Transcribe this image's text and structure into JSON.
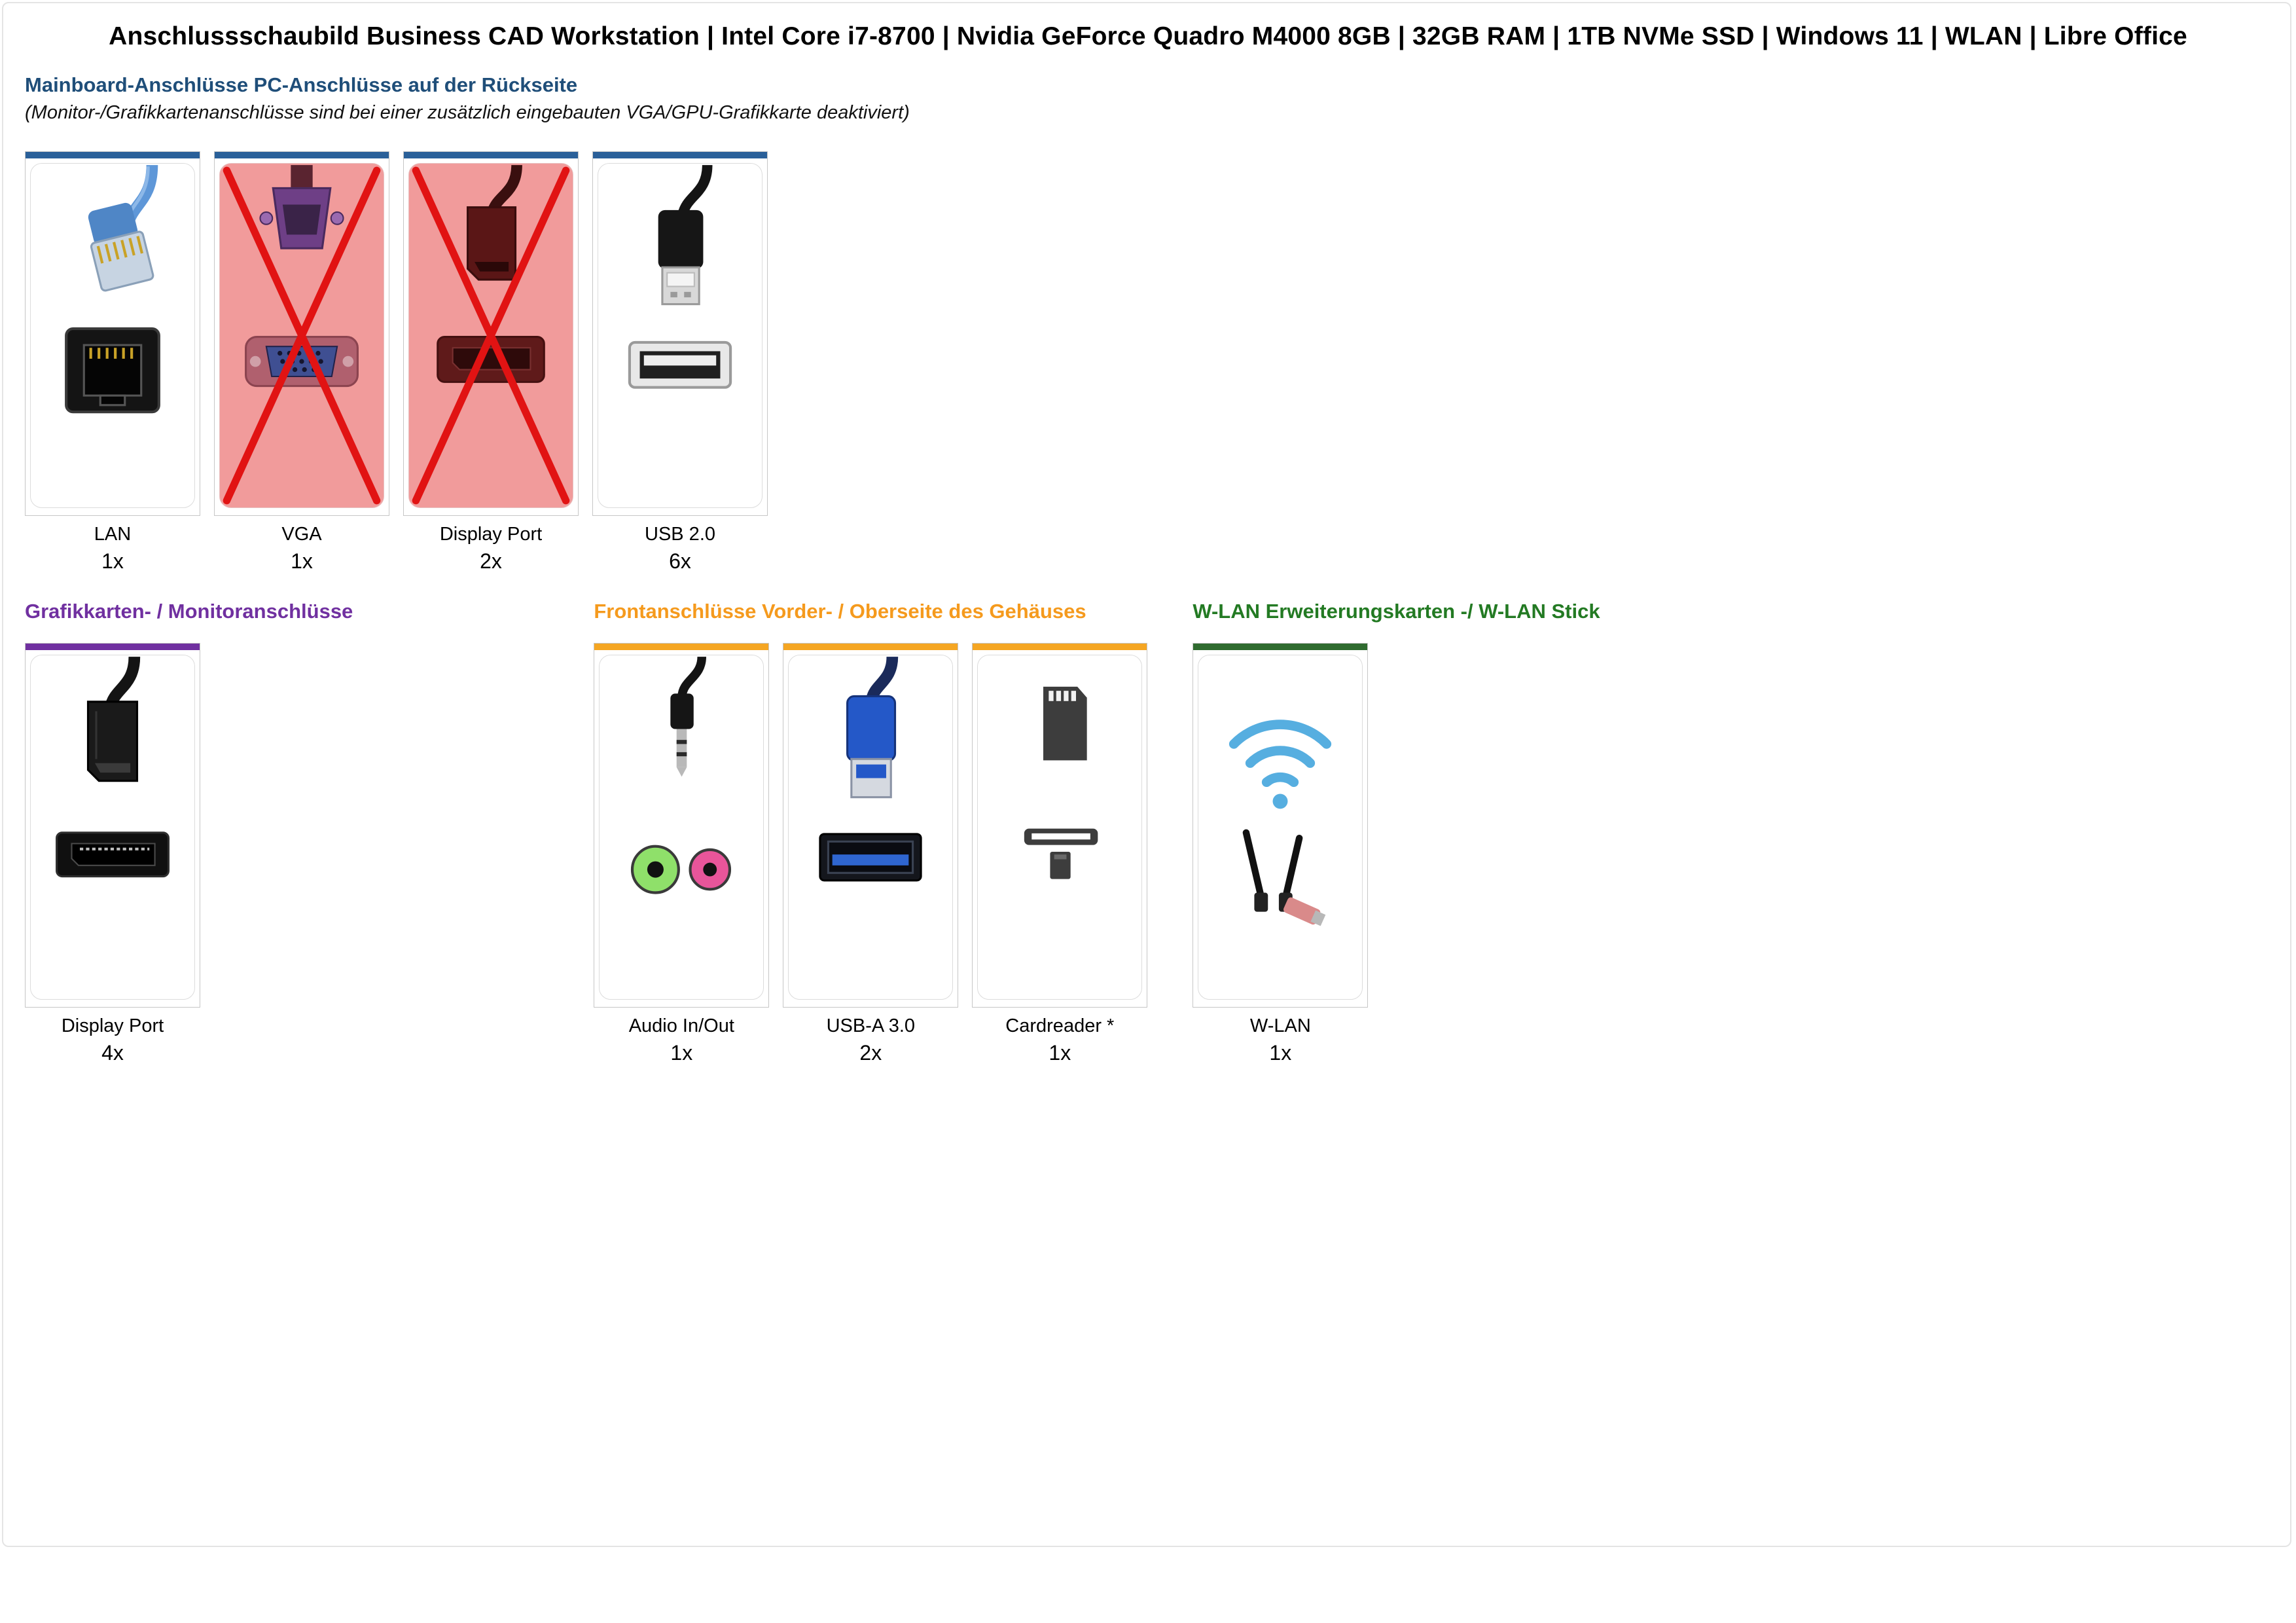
{
  "title": "Anschlussschaubild Business CAD Workstation | Intel Core i7-8700 | Nvidia GeForce Quadro M4000 8GB | 32GB RAM | 1TB NVMe SSD | Windows 11 | WLAN | Libre Office",
  "colors": {
    "mainboard_heading": "#1f4e79",
    "mainboard_bar": "#2a6099",
    "graphics_heading": "#7030a0",
    "graphics_bar": "#7030a0",
    "front_heading": "#f59a1d",
    "front_bar": "#f5a623",
    "wlan_heading": "#237a23",
    "wlan_bar": "#2f6b2f",
    "disabled_background": "#f19b9b",
    "cross": "#e11313"
  },
  "sections": [
    {
      "id": "mainboard",
      "heading": "Mainboard-Anschlüsse PC-Anschlüsse auf der Rückseite",
      "subheading": "(Monitor-/Grafikkartenanschlüsse sind bei einer zusätzlich eingebauten VGA/GPU-Grafikkarte deaktiviert)",
      "cards": [
        {
          "label": "LAN",
          "count": "1x",
          "icon": "lan-icon",
          "disabled": false
        },
        {
          "label": "VGA",
          "count": "1x",
          "icon": "vga-icon",
          "disabled": true
        },
        {
          "label": "Display Port",
          "count": "2x",
          "icon": "displayport-icon",
          "disabled": true
        },
        {
          "label": "USB 2.0",
          "count": "6x",
          "icon": "usb2-icon",
          "disabled": false
        }
      ]
    },
    {
      "id": "graphics",
      "heading": "Grafikkarten- / Monitoranschlüsse",
      "cards": [
        {
          "label": "Display Port",
          "count": "4x",
          "icon": "displayport-icon",
          "disabled": false
        }
      ]
    },
    {
      "id": "front",
      "heading": "Frontanschlüsse Vorder- / Oberseite des Gehäuses",
      "cards": [
        {
          "label": "Audio In/Out",
          "count": "1x",
          "icon": "audio-icon",
          "disabled": false
        },
        {
          "label": "USB-A 3.0",
          "count": "2x",
          "icon": "usb3-icon",
          "disabled": false
        },
        {
          "label": "Cardreader *",
          "count": "1x",
          "icon": "cardreader-icon",
          "disabled": false
        }
      ]
    },
    {
      "id": "wlan",
      "heading": "W-LAN Erweiterungskarten -/ W-LAN Stick",
      "cards": [
        {
          "label": "W-LAN",
          "count": "1x",
          "icon": "wlan-icon",
          "disabled": false
        }
      ]
    }
  ]
}
